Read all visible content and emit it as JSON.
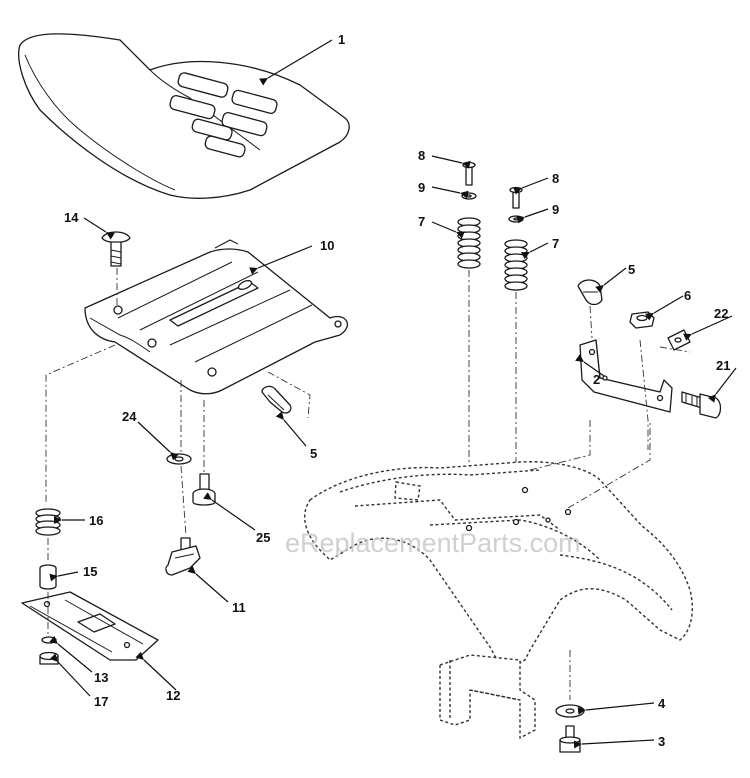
{
  "watermark": "eReplacementParts.com",
  "callouts": [
    "1",
    "14",
    "10",
    "5",
    "24",
    "25",
    "16",
    "15",
    "11",
    "12",
    "13",
    "17",
    "8",
    "9",
    "7",
    "8",
    "9",
    "7",
    "5",
    "6",
    "22",
    "2",
    "21",
    "4",
    "3"
  ]
}
